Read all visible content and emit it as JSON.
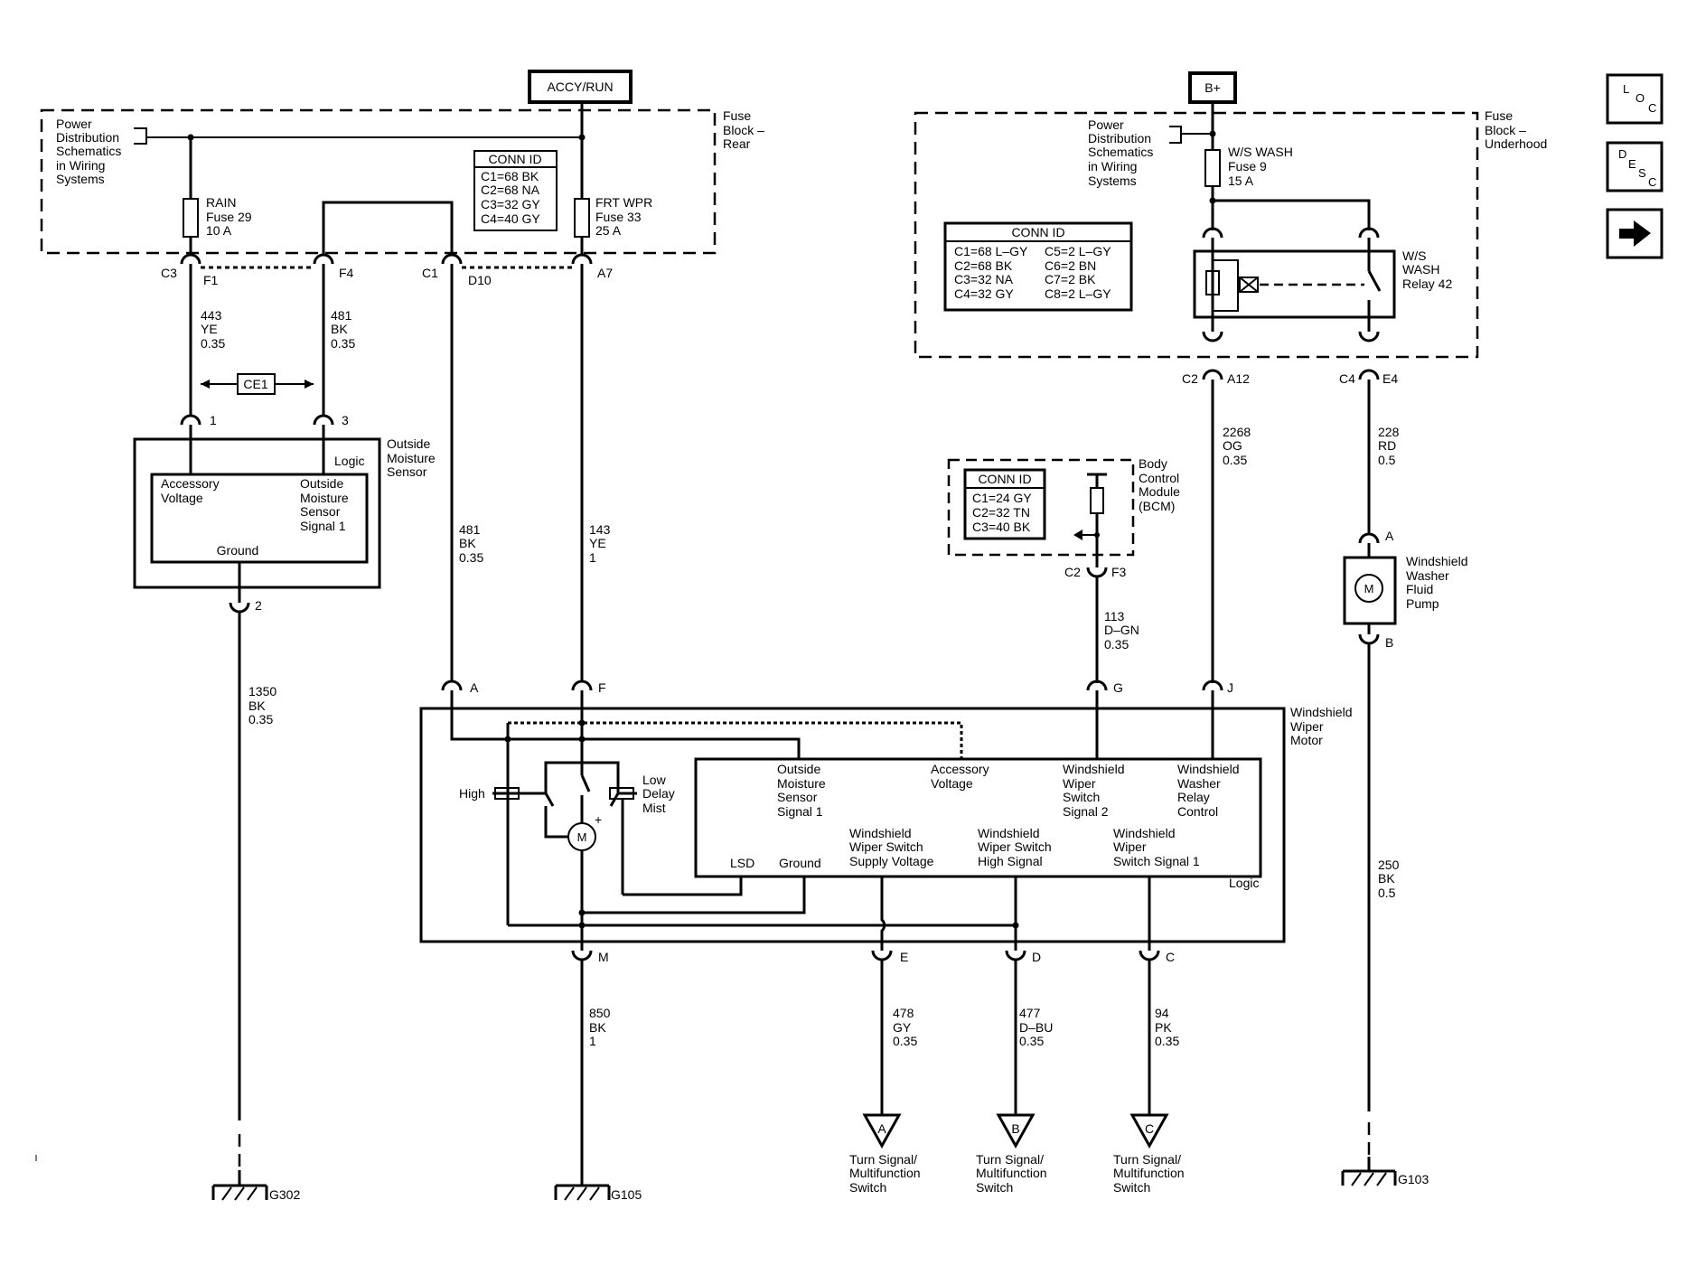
{
  "power": {
    "accy_run": "ACCY/RUN",
    "bplus": "B+"
  },
  "fuse_block_rear": {
    "label": [
      "Fuse",
      "Block –",
      "Rear"
    ],
    "pds": [
      "Power",
      "Distribution",
      "Schematics",
      "in Wiring",
      "Systems"
    ],
    "conn_title": "CONN ID",
    "conn_rows": [
      "C1=68 BK",
      "C2=68 NA",
      "C3=32 GY",
      "C4=40 GY"
    ],
    "fuse_rain": [
      "RAIN",
      "Fuse 29",
      "10 A"
    ],
    "fuse_frt": [
      "FRT WPR",
      "Fuse 33",
      "25 A"
    ]
  },
  "fuse_block_under": {
    "label": [
      "Fuse",
      "Block –",
      "Underhood"
    ],
    "pds": [
      "Power",
      "Distribution",
      "Schematics",
      "in Wiring",
      "Systems"
    ],
    "fuse_ws": [
      "W/S WASH",
      "Fuse 9",
      "15 A"
    ],
    "conn_title": "CONN ID",
    "conn_left": [
      "C1=68 L–GY",
      "C2=68 BK",
      "C3=32 NA",
      "C4=32 GY"
    ],
    "conn_right": [
      "C5=2 L–GY",
      "C6=2 BN",
      "C7=2 BK",
      "C8=2 L–GY"
    ],
    "relay": [
      "W/S",
      "WASH",
      "Relay 42"
    ]
  },
  "connectors": {
    "c3": "C3",
    "f1": "F1",
    "f4": "F4",
    "c1": "C1",
    "d10": "D10",
    "a7": "A7",
    "c2a": "C2",
    "a12": "A12",
    "c4": "C4",
    "e4": "E4",
    "s1": "1",
    "s3": "3",
    "s2": "2",
    "c2b": "C2",
    "f3": "F3",
    "a": "A",
    "f": "F",
    "g": "G",
    "j": "J",
    "m": "M",
    "e": "E",
    "d": "D",
    "c": "C",
    "pa": "A",
    "pb": "B"
  },
  "wires": {
    "w443": [
      "443",
      "YE",
      "0.35"
    ],
    "w481a": [
      "481",
      "BK",
      "0.35"
    ],
    "w481b": [
      "481",
      "BK",
      "0.35"
    ],
    "w143": [
      "143",
      "YE",
      "1"
    ],
    "w1350": [
      "1350",
      "BK",
      "0.35"
    ],
    "w2268": [
      "2268",
      "OG",
      "0.35"
    ],
    "w228": [
      "228",
      "RD",
      "0.5"
    ],
    "w113": [
      "113",
      "D–GN",
      "0.35"
    ],
    "w250": [
      "250",
      "BK",
      "0.5"
    ],
    "w850": [
      "850",
      "BK",
      "1"
    ],
    "w478": [
      "478",
      "GY",
      "0.35"
    ],
    "w477": [
      "477",
      "D–BU",
      "0.35"
    ],
    "w94": [
      "94",
      "PK",
      "0.35"
    ]
  },
  "ce1": "CE1",
  "sensor": {
    "name": [
      "Outside",
      "Moisture",
      "Sensor"
    ],
    "logic": "Logic",
    "acc": [
      "Accessory",
      "Voltage"
    ],
    "sig": [
      "Outside",
      "Moisture",
      "Sensor",
      "Signal 1"
    ],
    "ground": "Ground"
  },
  "bcm": {
    "conn_title": "CONN ID",
    "conn_rows": [
      "C1=24 GY",
      "C2=32 TN",
      "C3=40 BK"
    ],
    "name": [
      "Body",
      "Control",
      "Module",
      "(BCM)"
    ]
  },
  "pump": {
    "m": "M",
    "name": [
      "Windshield",
      "Washer",
      "Fluid",
      "Pump"
    ]
  },
  "motor": {
    "name": [
      "Windshield",
      "Wiper",
      "Motor"
    ],
    "high": "High",
    "low": [
      "Low",
      "Delay",
      "Mist"
    ],
    "m": "M",
    "plus": "+",
    "logic": "Logic",
    "oms": [
      "Outside",
      "Moisture",
      "Sensor",
      "Signal 1"
    ],
    "acc": [
      "Accessory",
      "Voltage"
    ],
    "wws2": [
      "Windshield",
      "Wiper",
      "Switch",
      "Signal 2"
    ],
    "wwr": [
      "Windshield",
      "Washer",
      "Relay",
      "Control"
    ],
    "sup": [
      "Windshield",
      "Wiper Switch",
      "Supply Voltage"
    ],
    "hs": [
      "Windshield",
      "Wiper Switch",
      "High Signal"
    ],
    "ws1": [
      "Windshield",
      "Wiper",
      "Switch Signal 1"
    ],
    "lsd": "LSD",
    "gnd": "Ground"
  },
  "offpage": {
    "a": "A",
    "b": "B",
    "c": "C",
    "a_label": [
      "Turn Signal/",
      "Multifunction",
      "Switch"
    ],
    "b_label": [
      "Turn Signal/",
      "Multifunction",
      "Switch"
    ],
    "c_label": [
      "Turn Signal/",
      "Multifunction",
      "Switch"
    ]
  },
  "grounds": {
    "g302": "G302",
    "g105": "G105",
    "g103": "G103"
  },
  "side_buttons": {
    "loc": [
      "L",
      "O",
      "C"
    ],
    "desc": [
      "D",
      "E",
      "S",
      "C"
    ],
    "next_icon": "arrow-right-icon"
  }
}
